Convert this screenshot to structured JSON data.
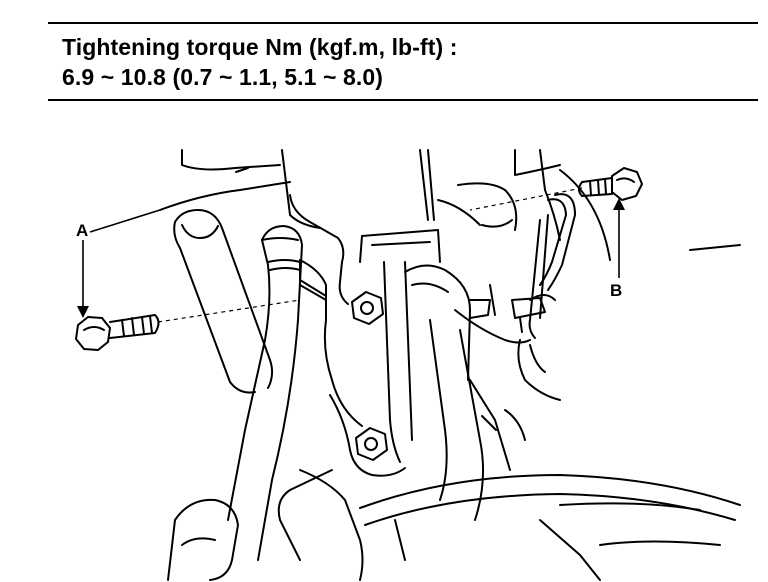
{
  "spec": {
    "line1": "Tightening torque Nm (kgf.m, lb-ft) :",
    "line2": "6.9 ~ 10.8 (0.7 ~ 1.1, 5.1 ~ 8.0)"
  },
  "callouts": {
    "a": "A",
    "b": "B"
  }
}
